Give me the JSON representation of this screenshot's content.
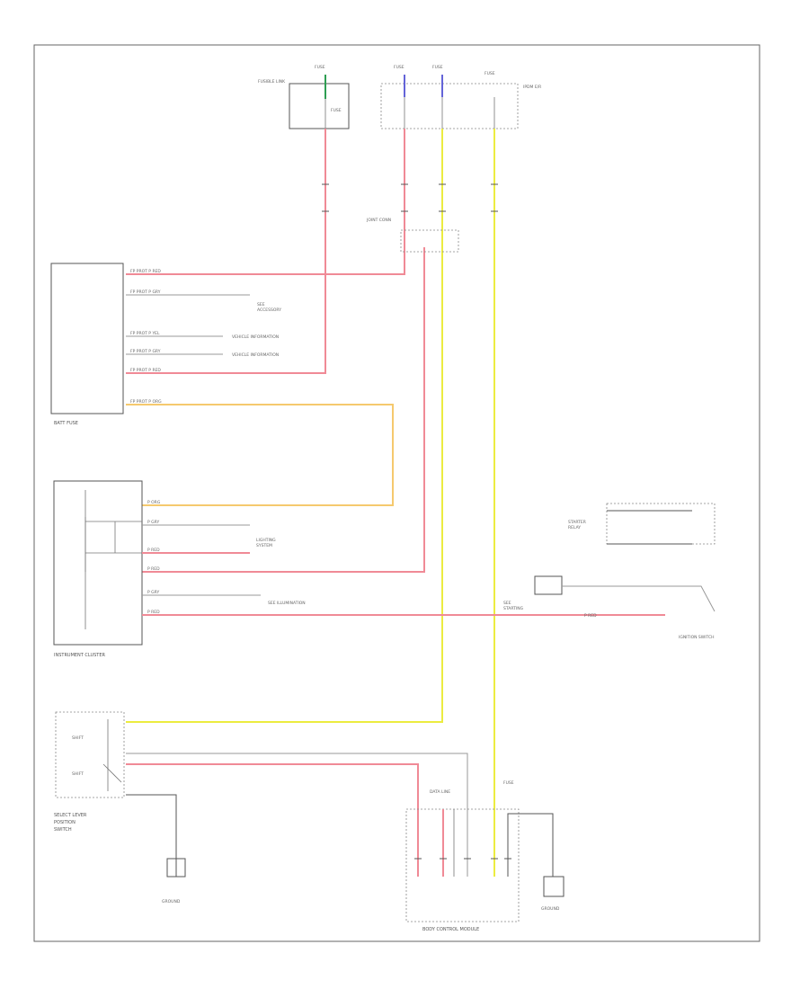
{
  "diagram": {
    "title": "",
    "components": {
      "batt_fuse": "BATT FUSE",
      "instrument_cluster": "INSTRUMENT CLUSTER",
      "shift_lever": "SELECT LEVER\nPOSITION\nSWITCH",
      "body_control": "BODY CONTROL MODULE",
      "fuse_top_left": "FUSE",
      "fuse_top_mid1": "FUSE",
      "fuse_top_mid2": "FUSE",
      "fuse_top_right": "FUSE"
    },
    "footer_code": ""
  }
}
